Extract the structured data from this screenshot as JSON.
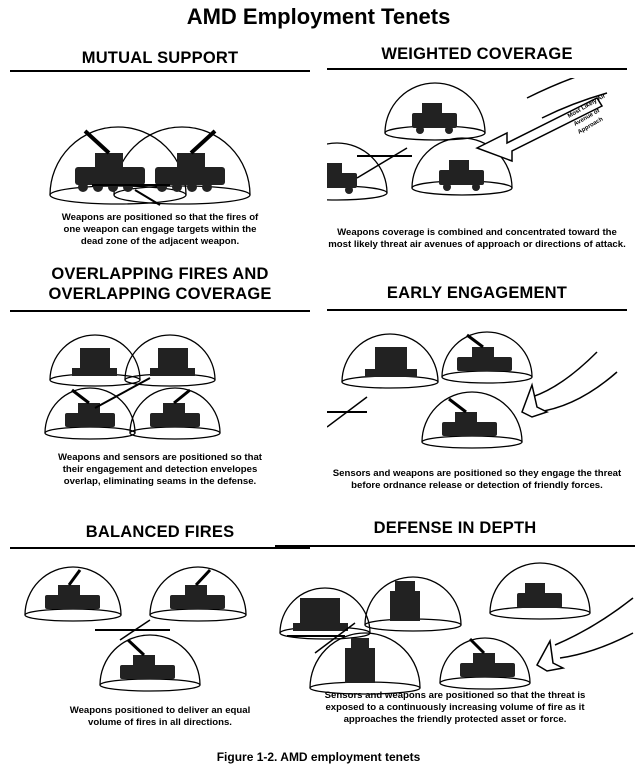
{
  "title": "AMD Employment Tenets",
  "figure_caption": "Figure 1-2. AMD employment tenets",
  "panels": {
    "mutual_support": {
      "title": "MUTUAL SUPPORT",
      "caption": [
        "Weapons are positioned so that the fires of",
        "one weapon can engage targets within the",
        "dead zone of the adjacent weapon."
      ]
    },
    "weighted_coverage": {
      "title": "WEIGHTED COVERAGE",
      "arrow_label": [
        "Most Likely Air",
        "Avenue of",
        "Approach"
      ],
      "caption": [
        "Weapons coverage is combined and concentrated toward the",
        "most likely threat air avenues of approach or directions of attack."
      ]
    },
    "overlapping": {
      "title": [
        "OVERLAPPING FIRES AND",
        "OVERLAPPING COVERAGE"
      ],
      "caption": [
        "Weapons and sensors are positioned so that",
        "their engagement and detection envelopes",
        "overlap, eliminating seams in the defense."
      ]
    },
    "early_engagement": {
      "title": "EARLY ENGAGEMENT",
      "caption": [
        "Sensors and weapons are positioned so they engage the threat",
        "before ordnance release or detection of friendly forces."
      ]
    },
    "balanced_fires": {
      "title": "BALANCED FIRES",
      "caption": [
        "Weapons positioned to deliver an equal",
        "volume of fires in all directions."
      ]
    },
    "defense_in_depth": {
      "title": "DEFENSE IN DEPTH",
      "caption": [
        "Sensors and weapons are positioned so that the threat is",
        "exposed to a continuously increasing volume of fire as it",
        "approaches the friendly protected asset or force."
      ]
    }
  }
}
